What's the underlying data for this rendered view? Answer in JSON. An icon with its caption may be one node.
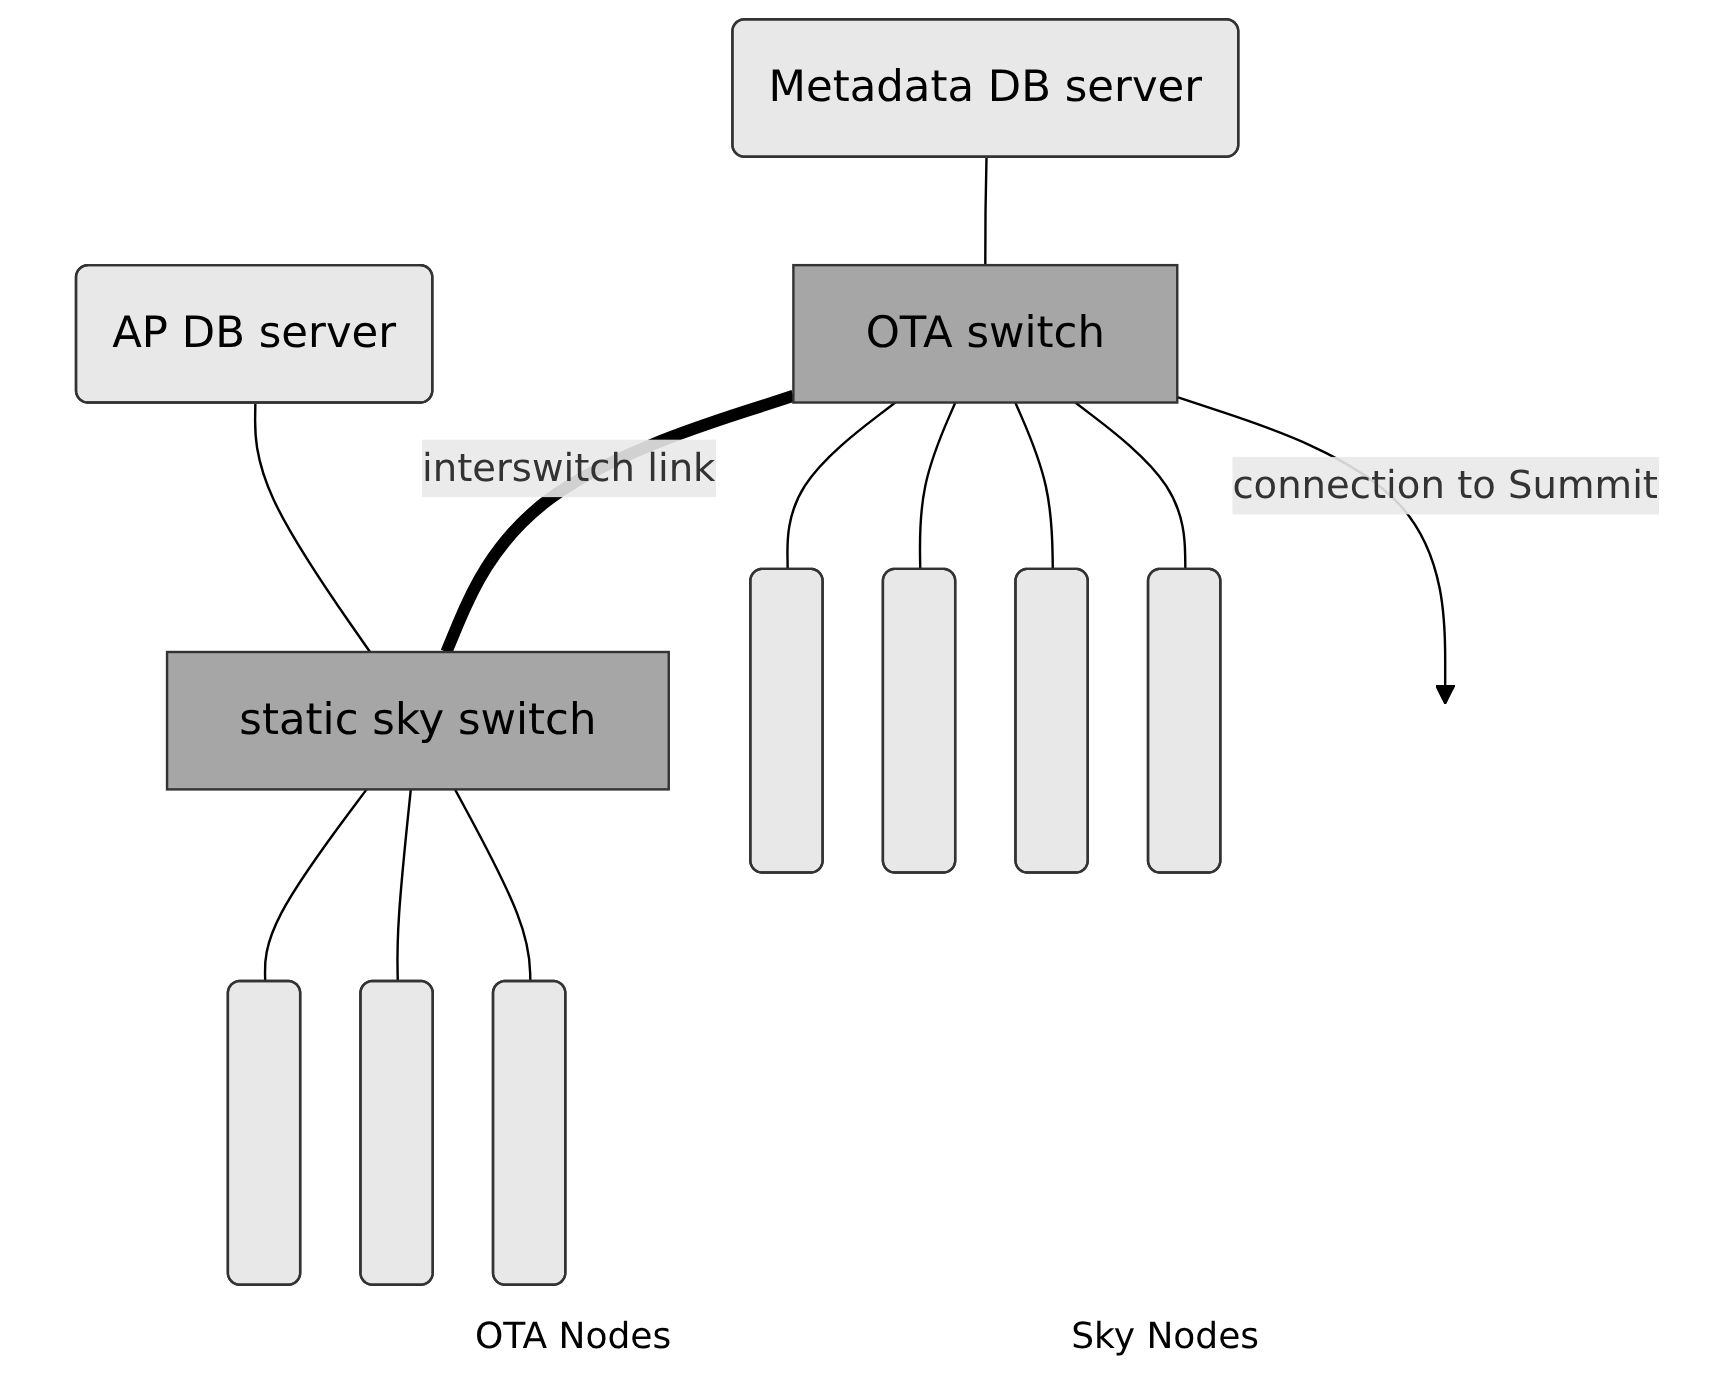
{
  "diagram": {
    "nodes": [
      {
        "text": [
          "Metadata DB server"
        ]
      },
      {
        "text": [
          "AP DB server"
        ]
      },
      {
        "text": [
          "OTA switch"
        ]
      },
      {
        "text": [
          "static sky switch"
        ]
      },
      {
        "text": [],
        "shape": "box"
      },
      {
        "text": [],
        "shape": "box"
      },
      {
        "text": [],
        "shape": "box"
      },
      {
        "text": [],
        "shape": "box"
      },
      {
        "text": [],
        "shape": "box"
      },
      {
        "text": [],
        "shape": "box"
      },
      {
        "text": [],
        "shape": "box"
      }
    ],
    "edges": [
      {
        "from": 2,
        "to": null,
        "arrow": "to",
        "label": "connection to Summit"
      },
      {
        "from": 0,
        "to": 2,
        "arrow": "none"
      },
      {
        "from": 1,
        "to": 3,
        "arrow": "none"
      },
      {
        "from": 2,
        "to": 3,
        "arrow": "none",
        "label": "interswitch link",
        "style": "thick"
      },
      {
        "from": 2,
        "to": 4,
        "arrow": "none"
      },
      {
        "from": 2,
        "to": 5,
        "arrow": "none"
      },
      {
        "from": 2,
        "to": 6,
        "arrow": "none"
      },
      {
        "from": 2,
        "to": 7,
        "arrow": "none"
      },
      {
        "from": 3,
        "to": 8,
        "arrow": "none"
      },
      {
        "from": 3,
        "to": 9,
        "arrow": "none"
      },
      {
        "from": 3,
        "to": 10,
        "arrow": "none"
      }
    ],
    "labels": [
      "OTA Nodes",
      "Sky Nodes"
    ]
  }
}
